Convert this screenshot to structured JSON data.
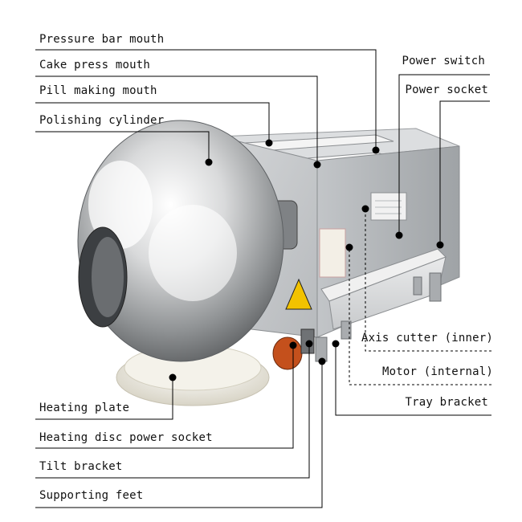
{
  "labels": {
    "pressure_bar_mouth": "Pressure bar mouth",
    "cake_press_mouth": "Cake press mouth",
    "pill_making_mouth": "Pill making mouth",
    "polishing_cylinder": "Polishing cylinder",
    "power_switch": "Power switch",
    "power_socket": "Power socket",
    "axis_cutter": "Axis cutter (inner)",
    "motor": "Motor (internal)",
    "tray_bracket": "Tray bracket",
    "heating_plate": "Heating plate",
    "heating_disc_power_socket": "Heating disc power socket",
    "tilt_bracket": "Tilt bracket",
    "supporting_feet": "Supporting feet"
  },
  "colors": {
    "leader_line": "#000000",
    "steel_light": "#e6e7e8",
    "steel_dark": "#8a8d90",
    "warning_yellow": "#f2c200",
    "knob_orange": "#c4501c"
  }
}
